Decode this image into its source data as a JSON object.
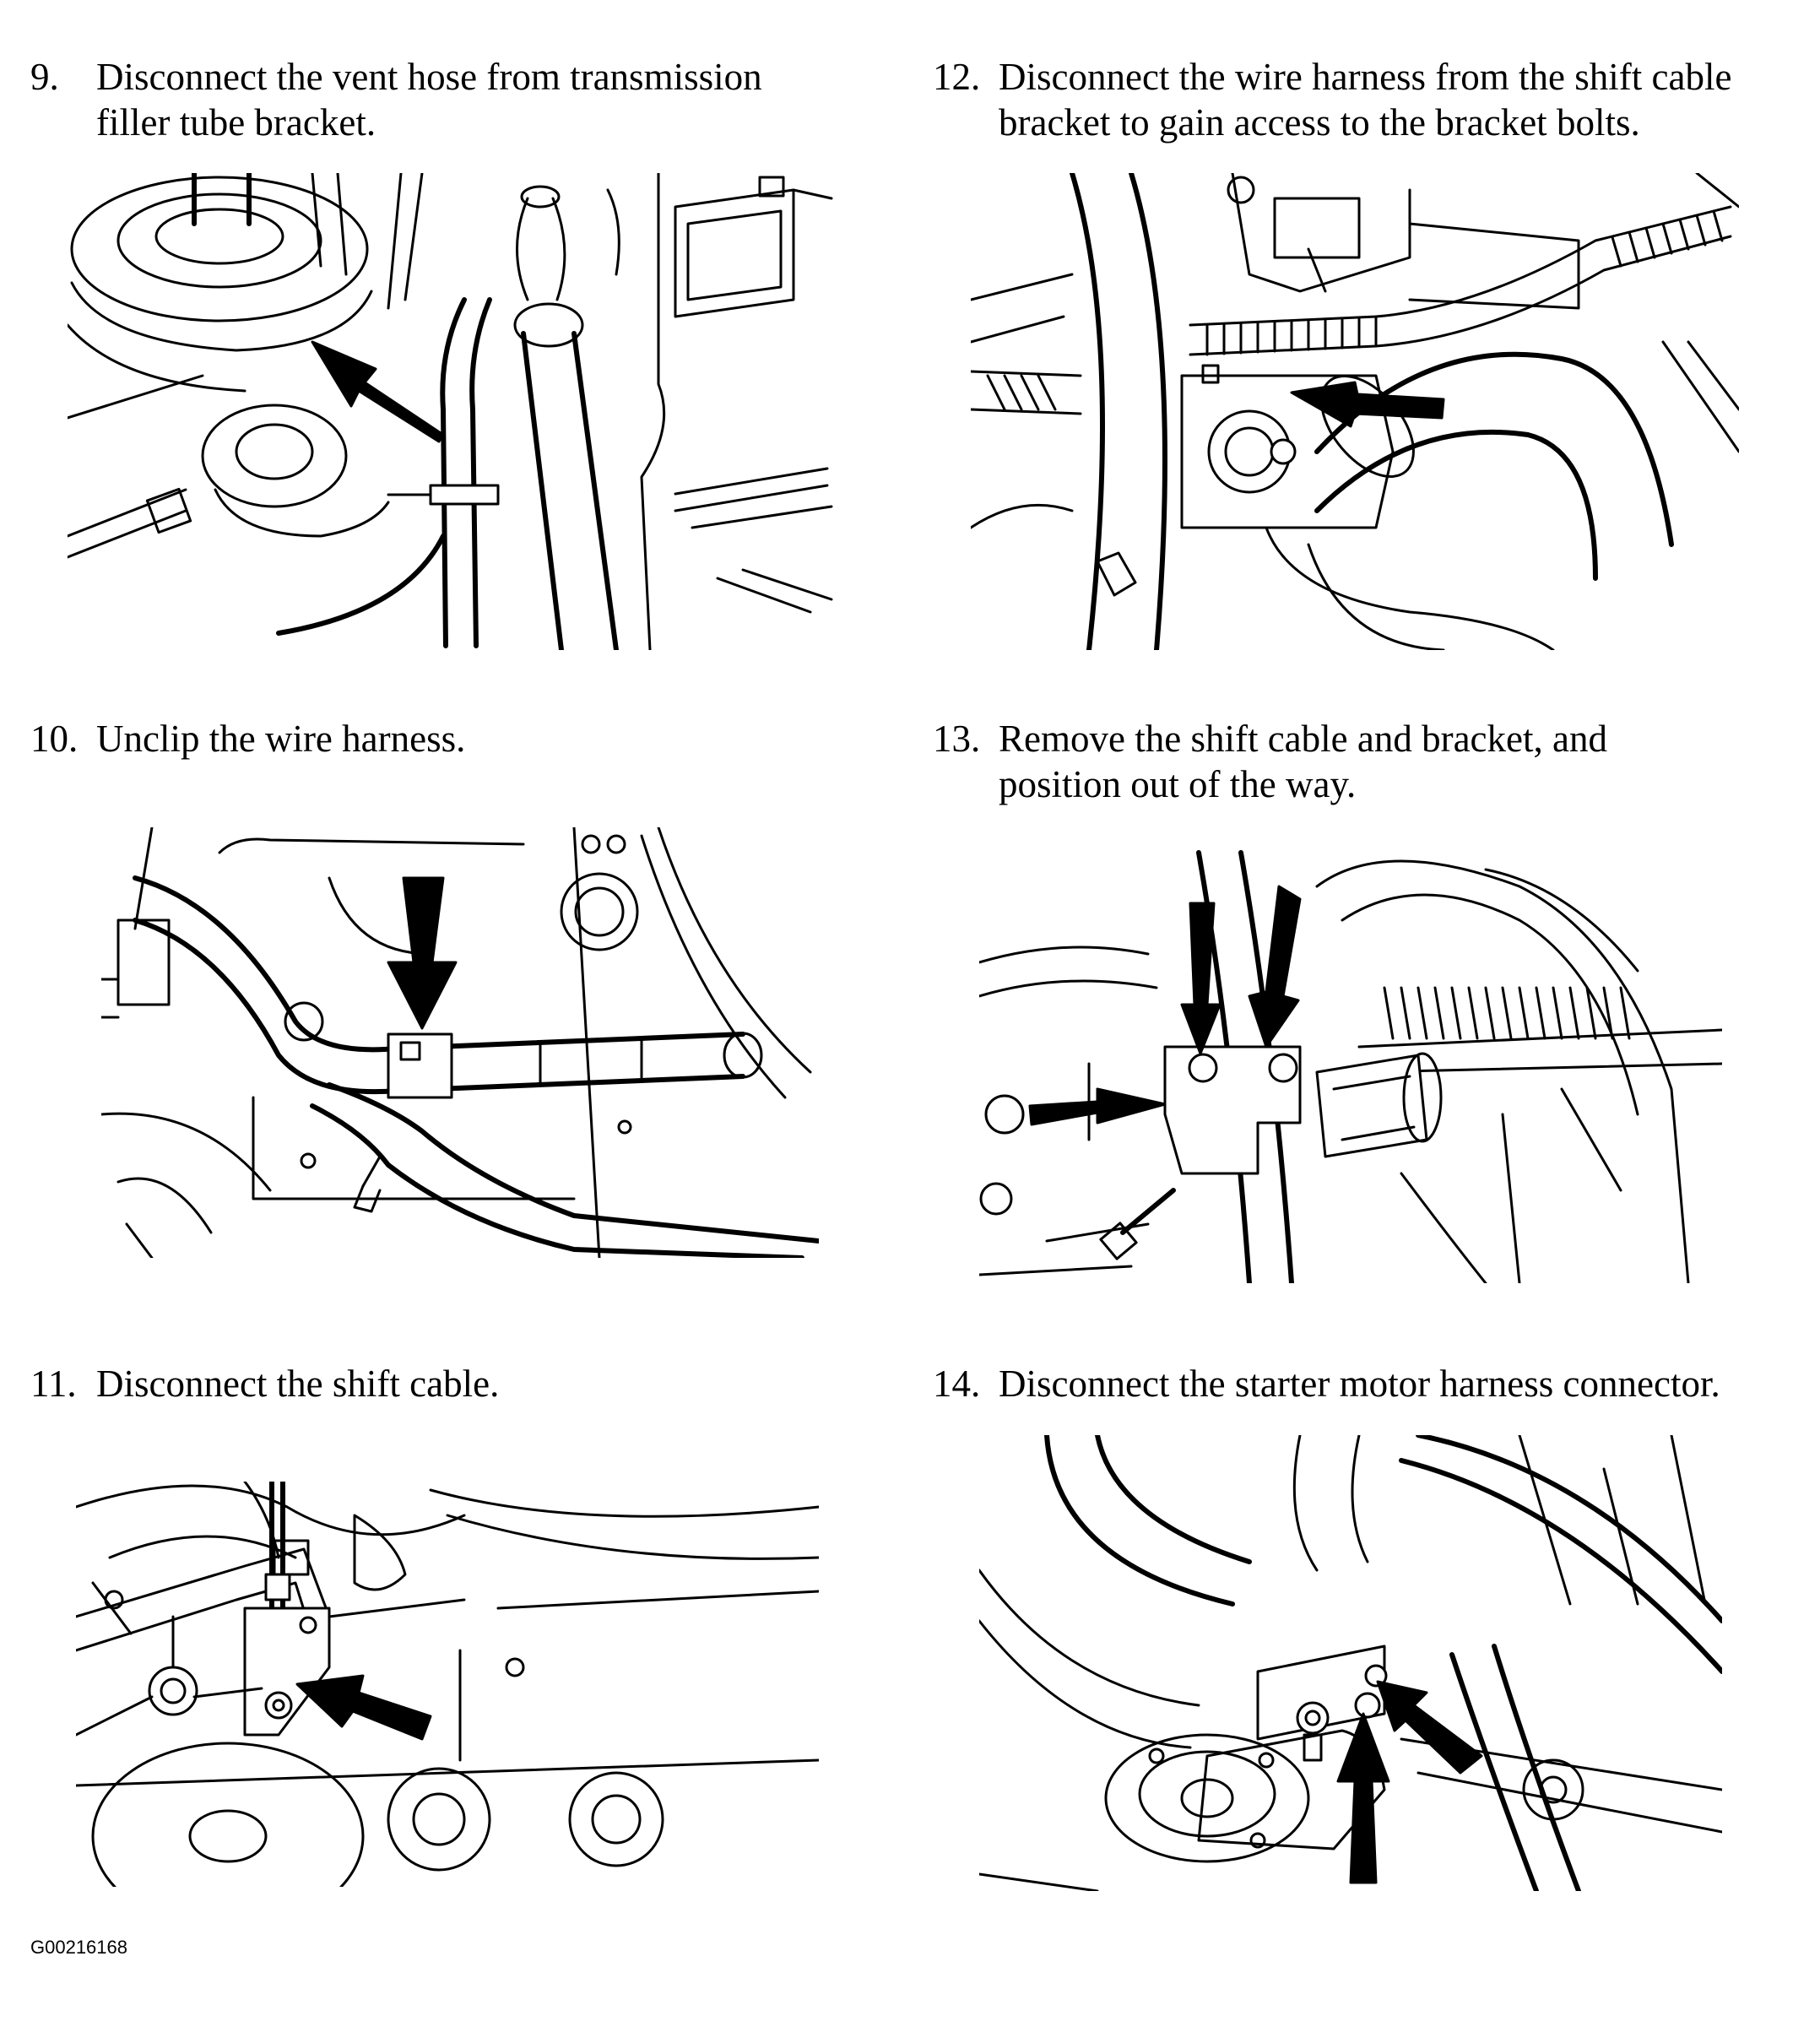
{
  "steps": [
    {
      "number": "9.",
      "line1": "Disconnect the vent hose from transmission",
      "line2": "filler tube bracket.",
      "illustration": "vent-hose-illustration"
    },
    {
      "number": "10.",
      "line1": "Unclip the wire harness.",
      "line2": "",
      "illustration": "wire-harness-clip-illustration"
    },
    {
      "number": "11.",
      "line1": "Disconnect the shift cable.",
      "line2": "",
      "illustration": "shift-cable-illustration"
    },
    {
      "number": "12.",
      "line1": "Disconnect the wire harness from the shift cable",
      "line2": "bracket to gain access to the bracket bolts.",
      "illustration": "harness-bracket-illustration"
    },
    {
      "number": "13.",
      "line1": "Remove the shift cable and bracket, and",
      "line2": "position out of the way.",
      "illustration": "shift-bracket-removal-illustration"
    },
    {
      "number": "14.",
      "line1": "Disconnect the starter motor harness connector.",
      "line2": "",
      "illustration": "starter-connector-illustration"
    }
  ],
  "figure_id": "G00216168"
}
